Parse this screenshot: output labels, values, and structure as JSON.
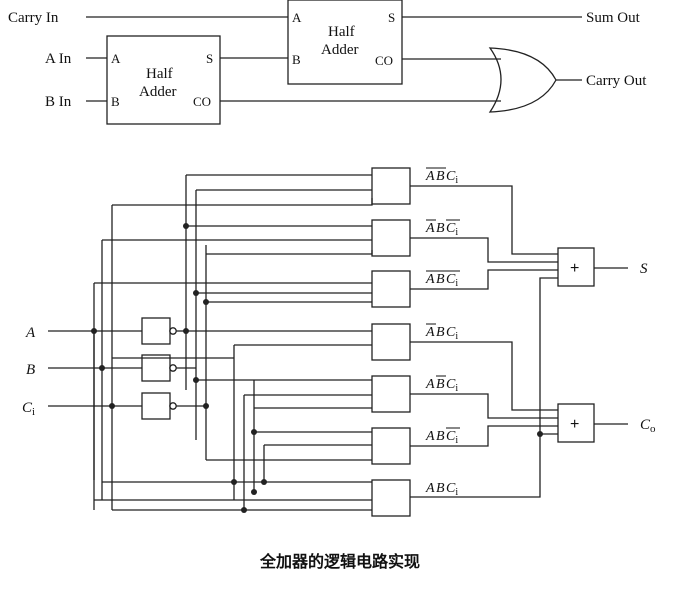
{
  "top_diagram": {
    "carry_in_label": "Carry In",
    "a_in_label": "A In",
    "b_in_label": "B In",
    "sum_out_label": "Sum Out",
    "carry_out_label": "Carry Out",
    "half_adder_1": {
      "title_line1": "Half",
      "title_line2": "Adder",
      "pin_a": "A",
      "pin_b": "B",
      "pin_s": "S",
      "pin_co": "CO"
    },
    "half_adder_2": {
      "title_line1": "Half",
      "title_line2": "Adder",
      "pin_a": "A",
      "pin_b": "B",
      "pin_s": "S",
      "pin_co": "CO"
    }
  },
  "bottom_diagram": {
    "input_a": "A",
    "input_b": "B",
    "input_c": "C",
    "input_c_sub": "i",
    "output_s": "S",
    "output_co": "C",
    "output_co_sub": "o",
    "or_gate_symbol": "+",
    "term_labels": [
      {
        "a": "A",
        "b": "B",
        "c": "C",
        "sub": "i",
        "a_bar": true,
        "b_bar": true,
        "c_bar": false
      },
      {
        "a": "A",
        "b": "B",
        "c": "C",
        "sub": "i",
        "a_bar": true,
        "b_bar": false,
        "c_bar": true
      },
      {
        "a": "A",
        "b": "B",
        "c": "C",
        "sub": "i",
        "a_bar": true,
        "b_bar": true,
        "c_bar": true
      },
      {
        "a": "A",
        "b": "B",
        "c": "C",
        "sub": "i",
        "a_bar": true,
        "b_bar": false,
        "c_bar": false
      },
      {
        "a": "A",
        "b": "B",
        "c": "C",
        "sub": "i",
        "a_bar": false,
        "b_bar": true,
        "c_bar": false
      },
      {
        "a": "A",
        "b": "B",
        "c": "C",
        "sub": "i",
        "a_bar": false,
        "b_bar": false,
        "c_bar": true
      },
      {
        "a": "A",
        "b": "B",
        "c": "C",
        "sub": "i",
        "a_bar": false,
        "b_bar": false,
        "c_bar": false
      }
    ]
  },
  "caption": "全加器的逻辑电路实现"
}
